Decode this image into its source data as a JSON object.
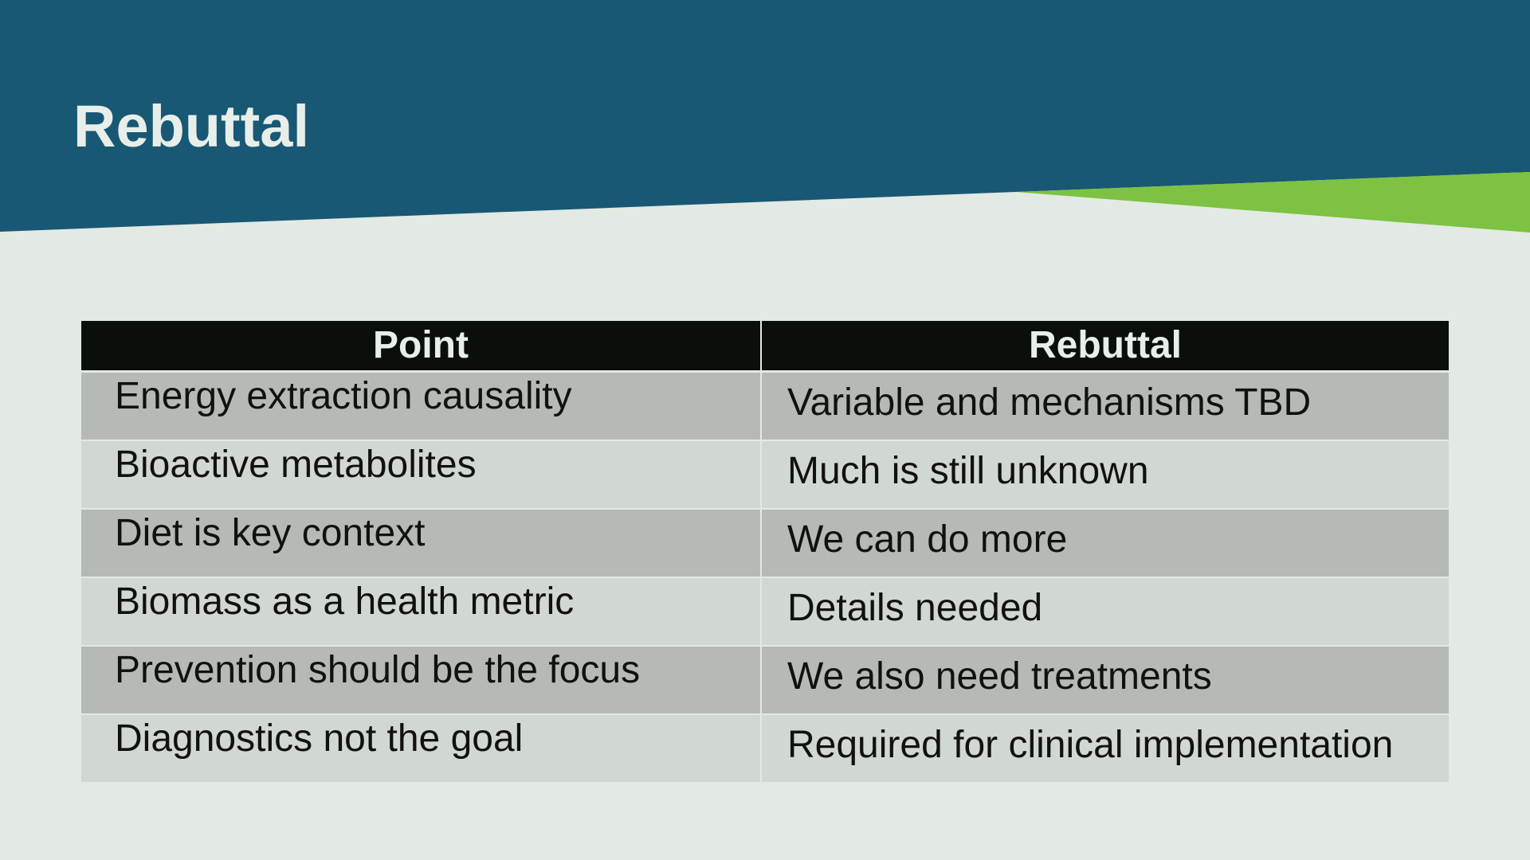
{
  "slide": {
    "title": "Rebuttal"
  },
  "colors": {
    "banner_blue": "#185874",
    "accent_green": "#7dc242",
    "background": "#e3e9e3",
    "header_fill": "#0b0f0a",
    "row_dark": "#b6bab4",
    "row_light": "#d1d8d1"
  },
  "table": {
    "headers": [
      "Point",
      "Rebuttal"
    ],
    "rows": [
      [
        "Energy extraction causality",
        "Variable and mechanisms TBD"
      ],
      [
        "Bioactive metabolites",
        "Much is still unknown"
      ],
      [
        "Diet is key context",
        "We can do more"
      ],
      [
        "Biomass as a health metric",
        "Details needed"
      ],
      [
        "Prevention should be the focus",
        "We also need treatments"
      ],
      [
        "Diagnostics not the goal",
        "Required for clinical implementation"
      ]
    ]
  }
}
